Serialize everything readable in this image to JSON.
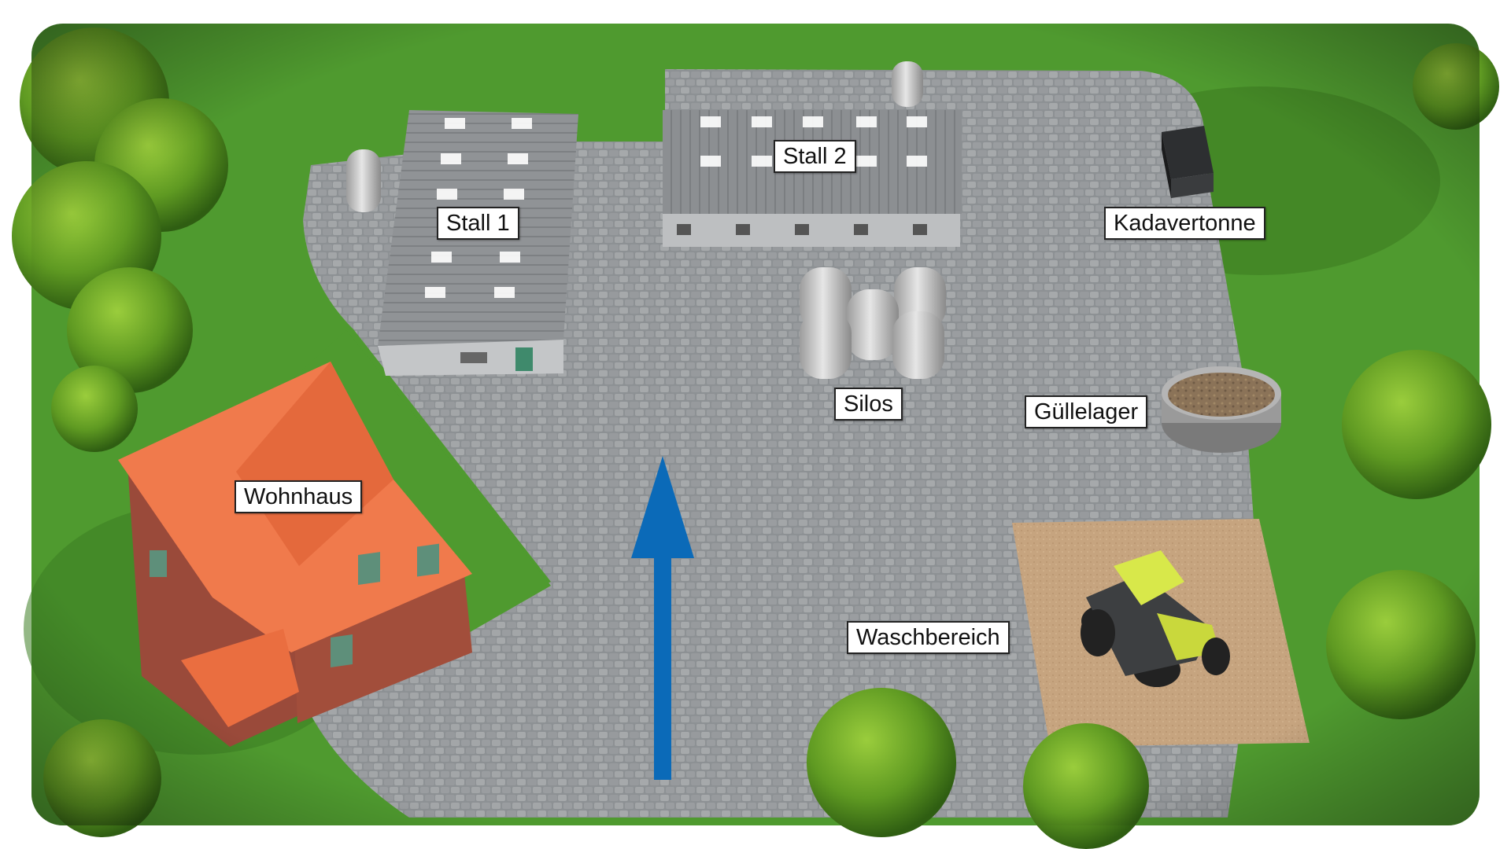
{
  "map": {
    "labels": {
      "stall1": "Stall 1",
      "stall2": "Stall 2",
      "kadavertonne": "Kadavertonne",
      "silos": "Silos",
      "guellelager": "Güllelager",
      "wohnhaus": "Wohnhaus",
      "waschbereich": "Waschbereich"
    },
    "colors": {
      "grass": "#4f9a2f",
      "cobblestone": "#8f9396",
      "roof_red": "#f07a4c",
      "brick": "#9a4a3a",
      "barn_roof": "#8a8d90",
      "silo": "#c8c8c8",
      "wash_area": "#c7a47e",
      "tractor": "#d8e84a",
      "arrow": "#0b6ab8",
      "tree": "#5e9a22"
    },
    "arrow_direction": "up"
  }
}
